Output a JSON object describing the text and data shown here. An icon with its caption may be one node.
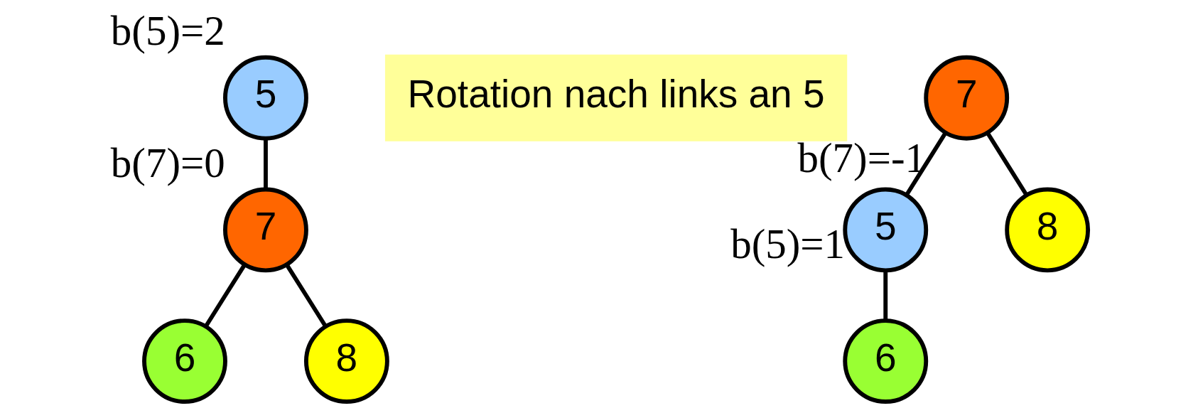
{
  "diagram": {
    "nodes": [
      {
        "text": [
          "5"
        ],
        "beside": [
          "b(5)=2"
        ]
      },
      {
        "text": [
          "7"
        ],
        "beside": [
          "b(7)=0"
        ]
      },
      {
        "text": [
          "6"
        ]
      },
      {
        "text": [
          "8"
        ]
      },
      {
        "text": [
          "Rotation nach links an 5"
        ]
      },
      {
        "text": [
          "7"
        ],
        "beside": [
          "b(7)=-1"
        ]
      },
      {
        "text": [
          "5"
        ],
        "beside": [
          "b(5)=1"
        ]
      },
      {
        "text": [
          "8"
        ]
      },
      {
        "text": [
          "6"
        ]
      }
    ],
    "edges": [
      {
        "from": 0,
        "to": 1,
        "arrow": "none"
      },
      {
        "from": 1,
        "to": 2,
        "arrow": "none"
      },
      {
        "from": 1,
        "to": 3,
        "arrow": "none"
      },
      {
        "from": 5,
        "to": 6,
        "arrow": "none"
      },
      {
        "from": 5,
        "to": 7,
        "arrow": "none"
      },
      {
        "from": 6,
        "to": 8,
        "arrow": "none"
      }
    ]
  }
}
